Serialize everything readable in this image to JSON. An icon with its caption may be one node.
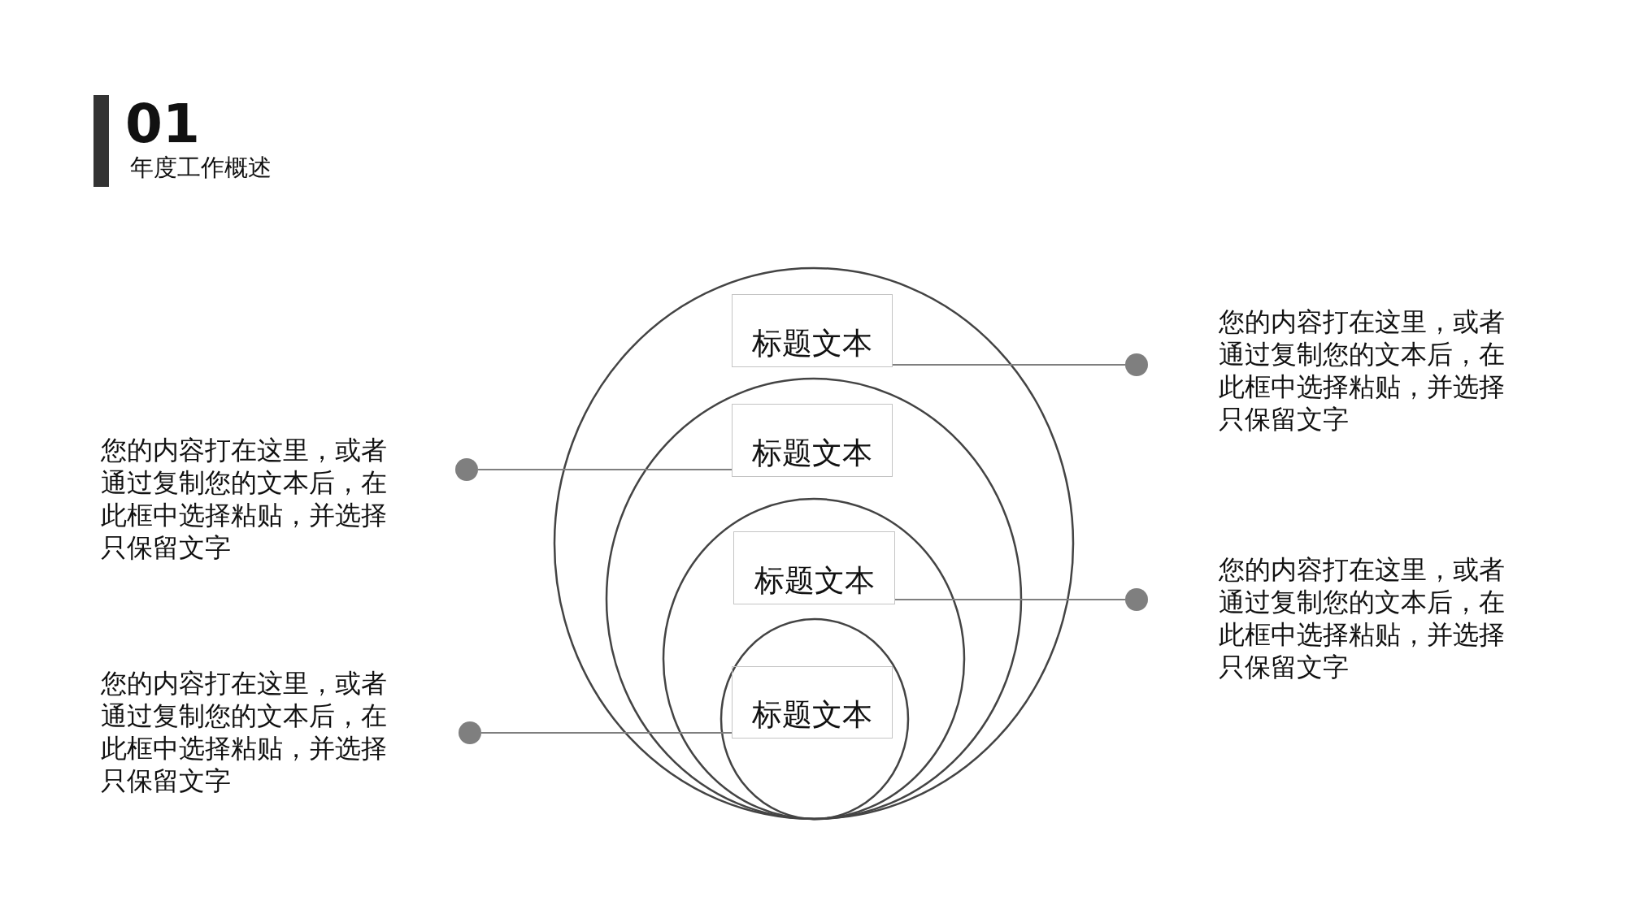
{
  "diagram": {
    "title": "01",
    "nodes": [
      {
        "text": [
          "标题文本"
        ]
      },
      {
        "text": [
          "标题文本"
        ]
      },
      {
        "text": [
          "标题文本"
        ]
      },
      {
        "text": [
          "标题文本"
        ]
      },
      {
        "text": [],
        "shape": "circle",
        "beside": [
          "您的内容打在这里，或者通过复制您的文本后，在此框中选择粘贴，并选择只保留文字"
        ]
      },
      {
        "text": [],
        "shape": "circle",
        "beside": [
          "您的内容打在这里，或者通过复制您的文本后，在此框中选择粘贴，并选择只保留文字"
        ]
      },
      {
        "text": [],
        "shape": "circle",
        "beside": [
          "您的内容打在这里，或者通过复制您的文本后，在此框中选择粘贴，并选择只保留文字"
        ]
      },
      {
        "text": [],
        "shape": "circle",
        "beside": [
          "您的内容打在这里，或者通过复制您的文本后，在此框中选择粘贴，并选择只保留文字"
        ]
      }
    ],
    "edges": [
      {
        "from": 4,
        "to": 0,
        "arrow": "none"
      },
      {
        "from": 5,
        "to": 1,
        "arrow": "none"
      },
      {
        "from": 6,
        "to": 2,
        "arrow": "none"
      },
      {
        "from": 7,
        "to": 3,
        "arrow": "none"
      }
    ],
    "labels": [
      "年度工作概述"
    ]
  }
}
